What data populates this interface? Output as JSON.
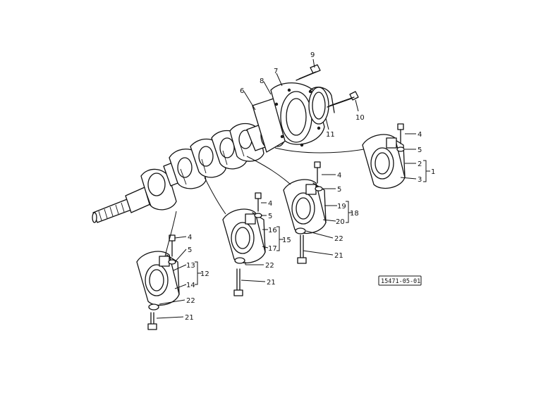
{
  "diagram": {
    "reference_code": "15471-05-01",
    "callouts": {
      "c1": "1",
      "c2": "2",
      "c3": "3",
      "c4a": "4",
      "c5a": "5",
      "c4b": "4",
      "c5b": "5",
      "c4c": "4",
      "c5c": "5",
      "c4d": "4",
      "c5d": "5",
      "c6": "6",
      "c7": "7",
      "c8": "8",
      "c9": "9",
      "c10": "10",
      "c11": "11",
      "c12": "12",
      "c13": "13",
      "c14": "14",
      "c15": "15",
      "c16": "16",
      "c17": "17",
      "c18": "18",
      "c19": "19",
      "c20": "20",
      "c21a": "21",
      "c21b": "21",
      "c21c": "21",
      "c22a": "22",
      "c22b": "22",
      "c22c": "22"
    }
  }
}
